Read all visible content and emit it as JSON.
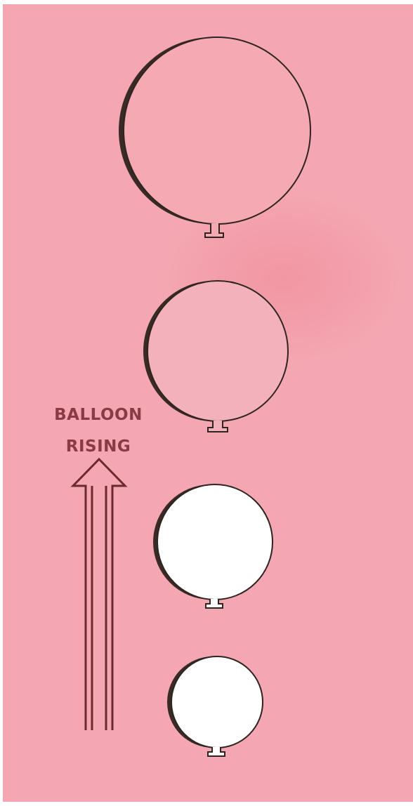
{
  "title_line1": "BALLOON",
  "title_line2": "RISING",
  "colors": {
    "background": "#f4a7b2",
    "outline": "#2e2420",
    "text": "#8b3a45",
    "arrow": "#6b2a2e"
  },
  "icons": {
    "arrow": "up-arrow-icon",
    "balloon": "balloon-icon"
  },
  "balloons": [
    {
      "name": "balloon-largest",
      "relative_size": 1.0,
      "fill": "pink"
    },
    {
      "name": "balloon-large",
      "relative_size": 0.76,
      "fill": "pink"
    },
    {
      "name": "balloon-medium",
      "relative_size": 0.62,
      "fill": "white"
    },
    {
      "name": "balloon-small",
      "relative_size": 0.5,
      "fill": "white"
    }
  ]
}
